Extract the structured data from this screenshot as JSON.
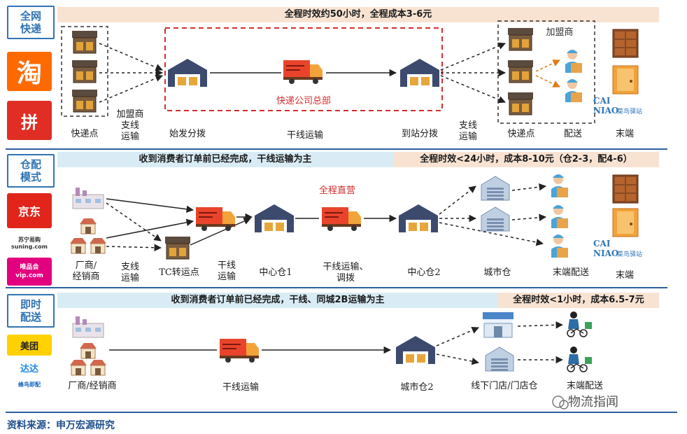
{
  "section1": {
    "tag": "全网\n快递",
    "banner": "全程时效约50小时，全程成本3-6元",
    "hq_label": "快递公司总部",
    "franchisee_label": "加盟商",
    "labels": {
      "express_point_left": "快递点",
      "franchisee_branch": "加盟商\n支线\n运输",
      "origin_sort": "始发分拨",
      "trunk": "干线运输",
      "dest_sort": "到站分拨",
      "branch": "支线\n运输",
      "express_point_right": "快递点",
      "delivery": "配送",
      "terminal": "末端"
    },
    "logos": [
      "淘",
      "拼"
    ]
  },
  "section2": {
    "tag": "仓配\n模式",
    "banner_left": "收到消费者订单前已经完成，干线运输为主",
    "banner_right": "全程时效<24小时，成本8-10元（仓2-3，配4-6）",
    "direct_label": "全程直营",
    "labels": {
      "maker": "厂商/\n经销商",
      "branch": "支线\n运输",
      "tc": "TC转运点",
      "trunk": "干线\n运输",
      "central1": "中心仓1",
      "trunk_transfer": "干线运输、\n调拨",
      "central2": "中心仓2",
      "city_wh": "城市仓",
      "last_mile": "末端配送",
      "terminal": "末端"
    },
    "logos": [
      "京东",
      "苏宁易购\nsuning.com",
      "唯品会\nvip.com"
    ]
  },
  "section3": {
    "tag": "即时\n配送",
    "banner_left": "收到消费者订单前已经完成，干线、同城2B运输为主",
    "banner_right": "全程时效<1小时，成本6.5-7元",
    "labels": {
      "maker": "厂商/经销商",
      "trunk": "干线运输",
      "city_wh2": "城市仓2",
      "store": "线下门店/门店仓",
      "last_mile": "末端配送"
    },
    "logos": [
      "美团",
      "达达",
      "蜂鸟即配"
    ]
  },
  "cainiao": {
    "line1": "CAI",
    "line2": "NIAO",
    "sub": "菜鸟驿站"
  },
  "source": "资料来源：申万宏源研究",
  "watermark": "物流指闻",
  "colors": {
    "accent_blue": "#2f74b5",
    "red": "#d22d2d",
    "peach": "#f8e3d3",
    "light_blue": "#d9ecf5",
    "divider": "#2f5f9e"
  }
}
